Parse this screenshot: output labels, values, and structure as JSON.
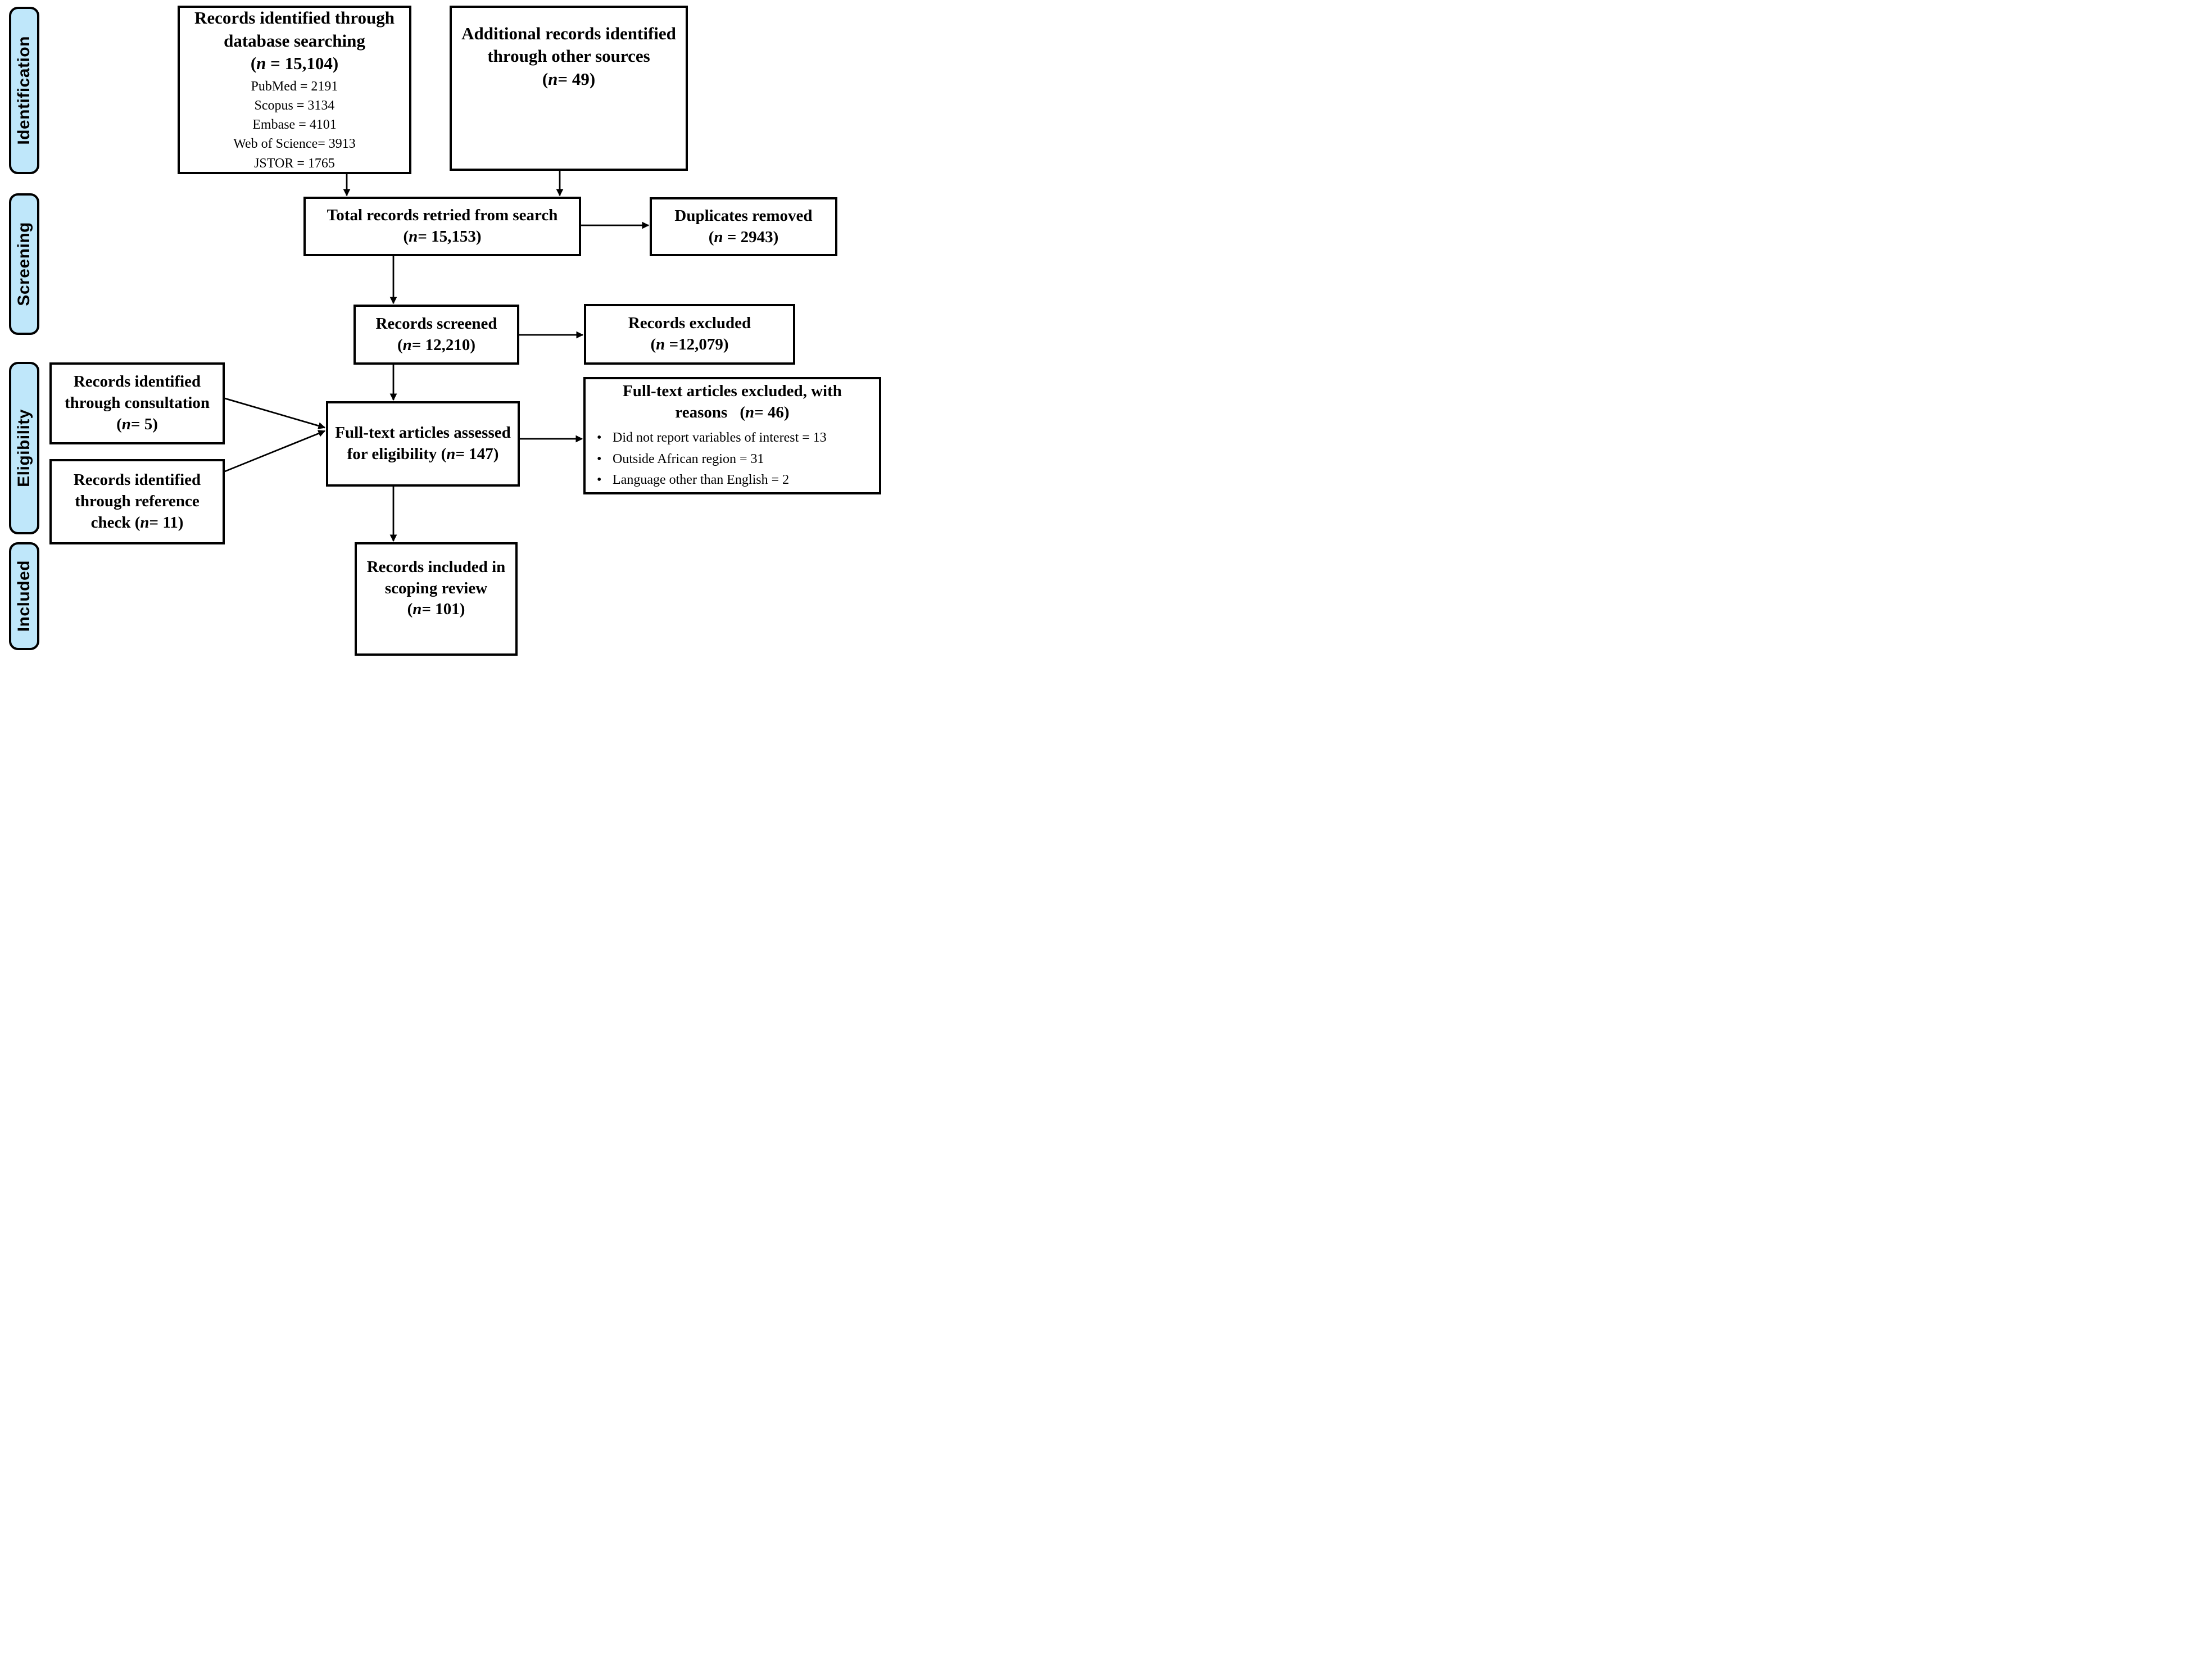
{
  "figure": {
    "kind": "PRISMA flow diagram"
  },
  "colors": {
    "stage_label_bg": "#bfe7fa",
    "border": "#000000",
    "box_bg": "#ffffff",
    "text": "#000000"
  },
  "stage_labels": {
    "identification": "Identification",
    "screening": "Screening",
    "eligibility": "Eligibility",
    "included": "Included"
  },
  "boxes": {
    "db_search": {
      "title": "Records identified through database searching",
      "n_label": "(n = 15,104)",
      "details": [
        "PubMed = 2191",
        "Scopus = 3134",
        "Embase = 4101",
        "Web of Science= 3913",
        "JSTOR = 1765"
      ]
    },
    "other_sources": {
      "title": "Additional records identified through other sources",
      "n_label": "(n= 49)"
    },
    "total_records": {
      "title": "Total records retried from search",
      "n_label": "(n= 15,153)"
    },
    "duplicates": {
      "title": "Duplicates removed",
      "n_label": "(n = 2943)"
    },
    "screened": {
      "title": "Records screened",
      "n_label": "(n= 12,210)"
    },
    "excluded": {
      "title": "Records excluded",
      "n_label": "(n =12,079)"
    },
    "consultation": {
      "title": "Records identified through consultation",
      "n_label": "(n= 5)"
    },
    "reference_check": {
      "title": "Records identified through reference check",
      "n_label": "(n= 11)"
    },
    "fulltext": {
      "title": "Full-text articles assessed for eligibility",
      "n_label": "(n= 147)"
    },
    "ft_excluded": {
      "title": "Full-text articles excluded, with reasons",
      "n_label": "(n= 46)",
      "reasons": [
        "Did not report variables of interest = 13",
        "Outside African region = 31",
        "Language other than English = 2"
      ]
    },
    "included_box": {
      "title": "Records included in scoping review",
      "n_label": "(n= 101)"
    }
  }
}
